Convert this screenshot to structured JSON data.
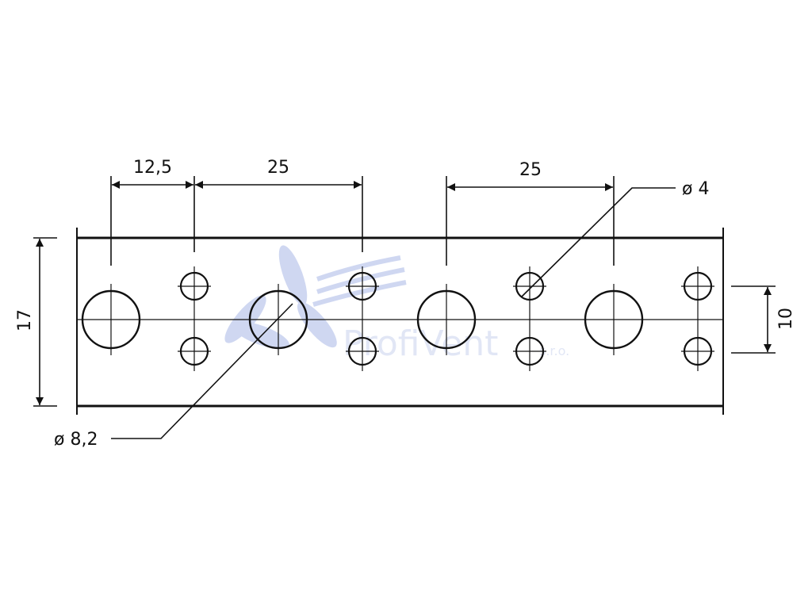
{
  "diagram": {
    "dimensions": {
      "spacing_first": "12,5",
      "spacing_second": "25",
      "spacing_third": "25",
      "strip_height": "17",
      "hole_row_spacing": "10",
      "small_hole_diameter": "ø 4",
      "large_hole_diameter": "ø 8,2"
    },
    "watermark": {
      "brand": "ProfiVent",
      "suffix": "s.r.o."
    },
    "colors": {
      "line": "#111111",
      "watermark_blue": "#a9b8e6",
      "watermark_light": "#c9d2ee"
    }
  }
}
